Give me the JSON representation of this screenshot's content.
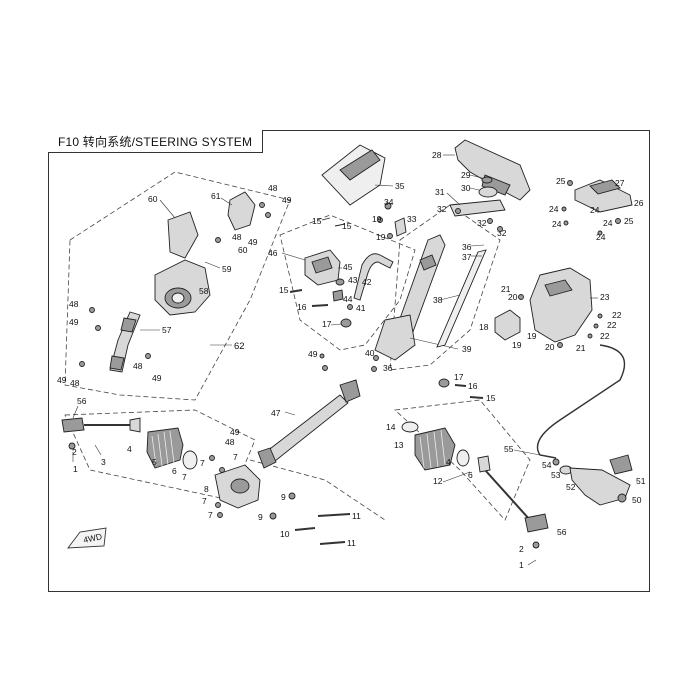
{
  "title": "F10 转向系统/STEERING SYSTEM",
  "badge": "4WD",
  "callouts": {
    "n1a": "1",
    "n1b": "1",
    "n2a": "2",
    "n2b": "2",
    "n3": "3",
    "n4a": "4",
    "n4b": "4",
    "n5": "5",
    "n6a": "6",
    "n6b": "6",
    "n7a": "7",
    "n7b": "7",
    "n7c": "7",
    "n7d": "7",
    "n8": "8",
    "n9a": "9",
    "n9b": "9",
    "n10": "10",
    "n11a": "11",
    "n11b": "11",
    "n12": "12",
    "n13": "13",
    "n14": "14",
    "n15a": "15",
    "n15b": "15",
    "n15c": "15",
    "n16a": "16",
    "n16b": "16",
    "n17a": "17",
    "n17b": "17",
    "n18": "18",
    "n19a": "19",
    "n19b": "19",
    "n19c": "19",
    "n20a": "20",
    "n20b": "20",
    "n21a": "21",
    "n21b": "21",
    "n22a": "22",
    "n22b": "22",
    "n22c": "22",
    "n23": "23",
    "n24a": "24",
    "n24b": "24",
    "n24c": "24",
    "n24d": "24",
    "n24e": "24",
    "n25a": "25",
    "n25b": "25",
    "n26": "26",
    "n27": "27",
    "n28": "28",
    "n29": "29",
    "n30": "30",
    "n31": "31",
    "n32a": "32",
    "n32b": "32",
    "n32c": "32",
    "n33": "33",
    "n34": "34",
    "n35": "35",
    "n36a": "36",
    "n36b": "36",
    "n37": "37",
    "n38": "38",
    "n39": "39",
    "n40": "40",
    "n41": "41",
    "n42": "42",
    "n43": "43",
    "n44": "44",
    "n45": "45",
    "n46": "46",
    "n47": "47",
    "n48a": "48",
    "n48b": "48",
    "n48c": "48",
    "n48d": "48",
    "n48e": "48",
    "n49a": "49",
    "n49b": "49",
    "n49c": "49",
    "n49d": "49",
    "n49e": "49",
    "n49f": "49",
    "n49g": "49",
    "n50": "50",
    "n51": "51",
    "n52": "52",
    "n53": "53",
    "n54": "54",
    "n55": "55",
    "n56a": "56",
    "n56b": "56",
    "n57": "57",
    "n58": "58",
    "n59": "59",
    "n60a": "60",
    "n60b": "60",
    "n61": "61",
    "n62": "62"
  }
}
